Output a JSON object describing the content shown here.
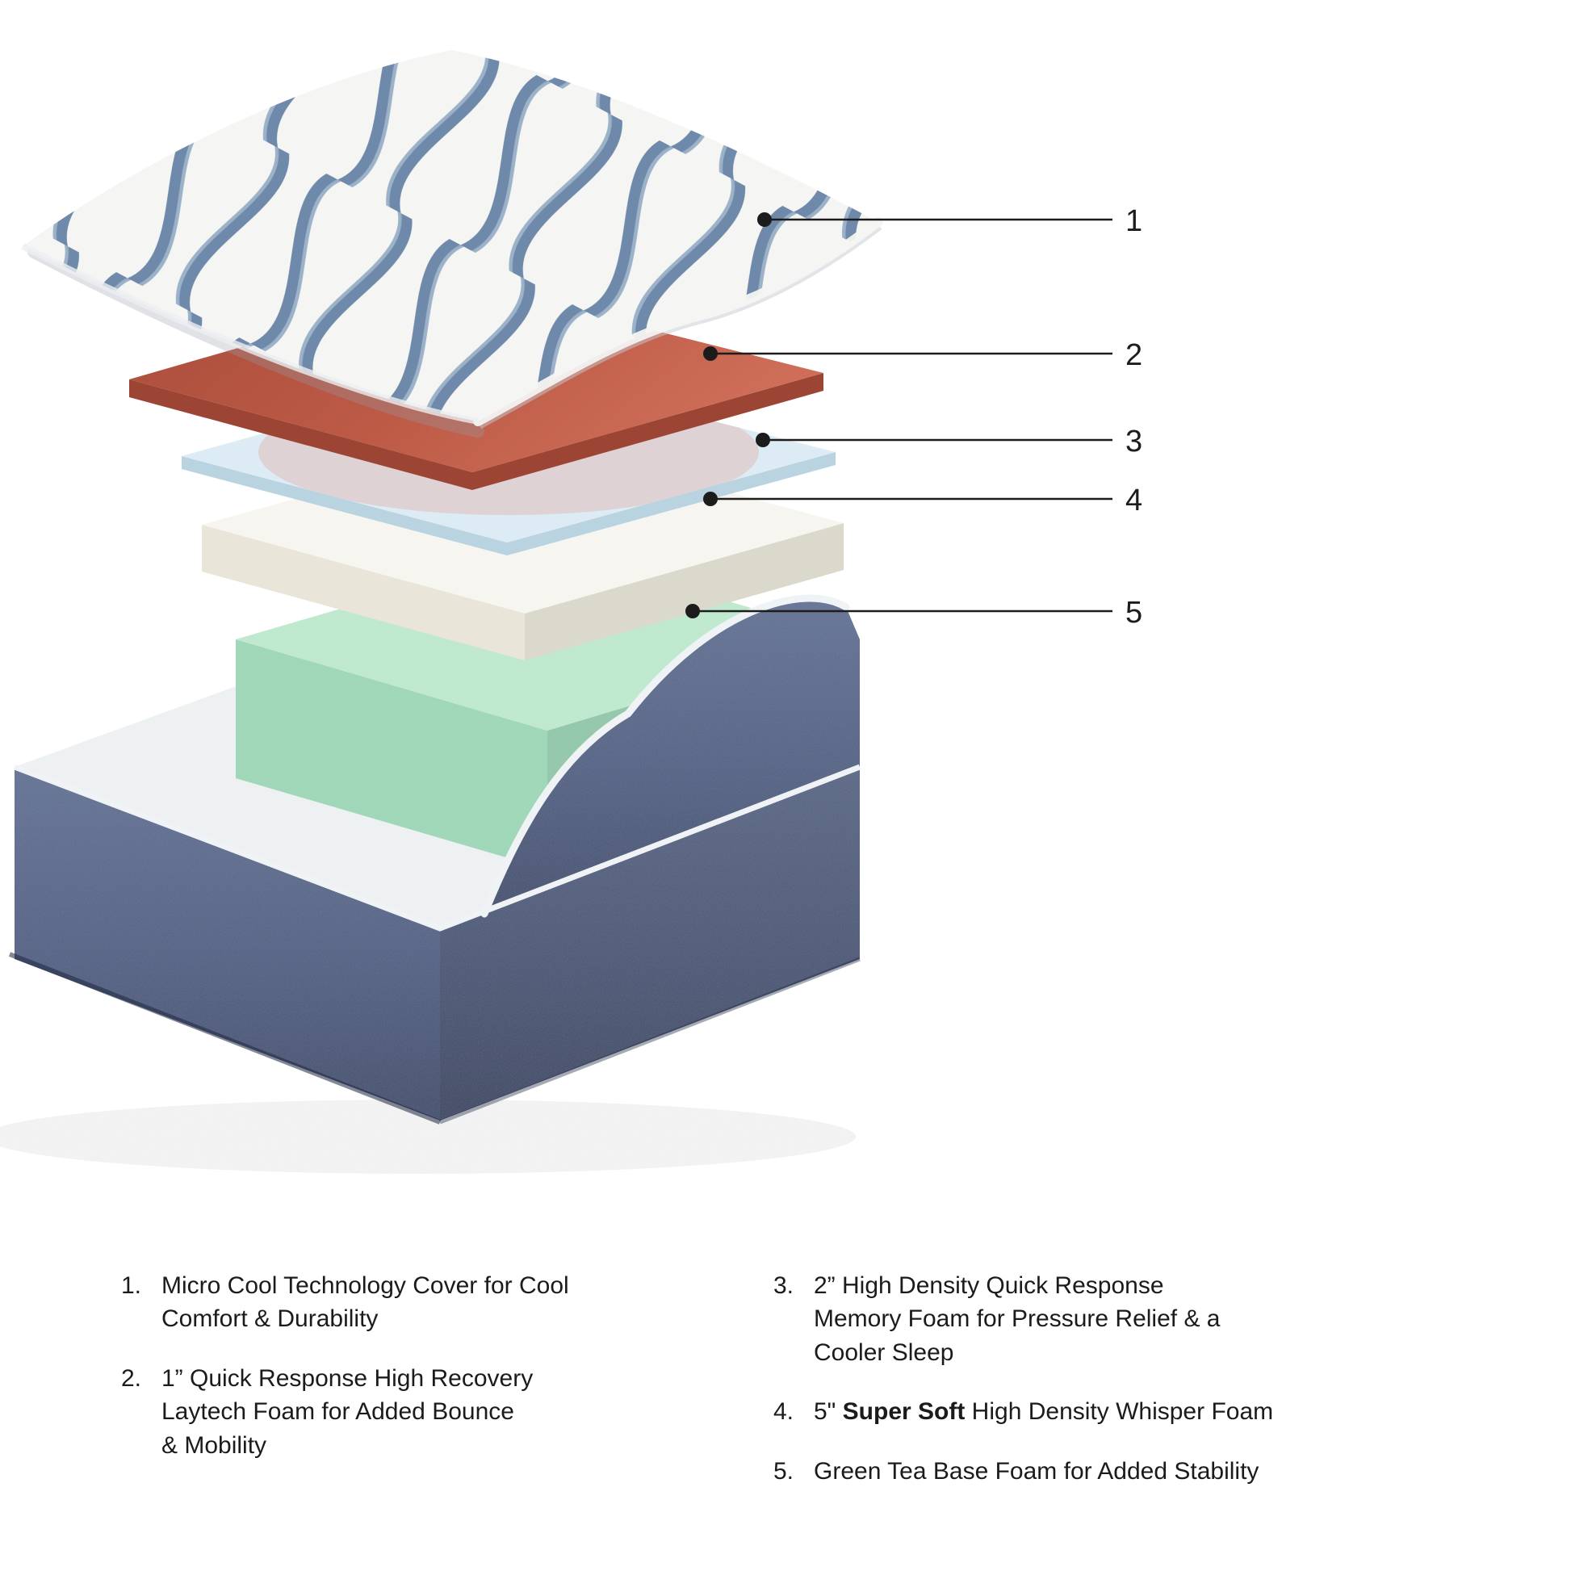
{
  "page": {
    "background": "#ffffff"
  },
  "diagram": {
    "callouts": [
      {
        "number": "1"
      },
      {
        "number": "2"
      },
      {
        "number": "3"
      },
      {
        "number": "4"
      },
      {
        "number": "5"
      }
    ],
    "colors": {
      "cover_base": "#f5f5f3",
      "cover_pattern": "#5f7ea1",
      "layer2_top": "#c2604b",
      "layer2_side": "#9c4534",
      "layer3_top": "#dcebf4",
      "layer3_side": "#bad3e1",
      "layer4_top": "#f6f5f0",
      "layer4_side": "#e9e6d9",
      "layer5_top": "#bde8cd",
      "layer5_side": "#9cd6b6",
      "base_fabric": "#56668a",
      "base_rim": "#edf0f2",
      "callout": "#1c1c1c"
    }
  },
  "legend": {
    "items": [
      {
        "number": "1.",
        "text": "Micro Cool Technology Cover for Cool\nComfort & Durability"
      },
      {
        "number": "2.",
        "text": "1” Quick Response High Recovery\nLaytech Foam for Added Bounce\n& Mobility"
      },
      {
        "number": "3.",
        "text": "2” High Density Quick Response\nMemory Foam for Pressure Relief & a\nCooler Sleep"
      },
      {
        "number": "4.",
        "prefix": "5\" ",
        "bold": "Super Soft",
        "suffix": " High Density Whisper Foam"
      },
      {
        "number": "5.",
        "text": "Green Tea Base Foam for Added Stability"
      }
    ]
  }
}
